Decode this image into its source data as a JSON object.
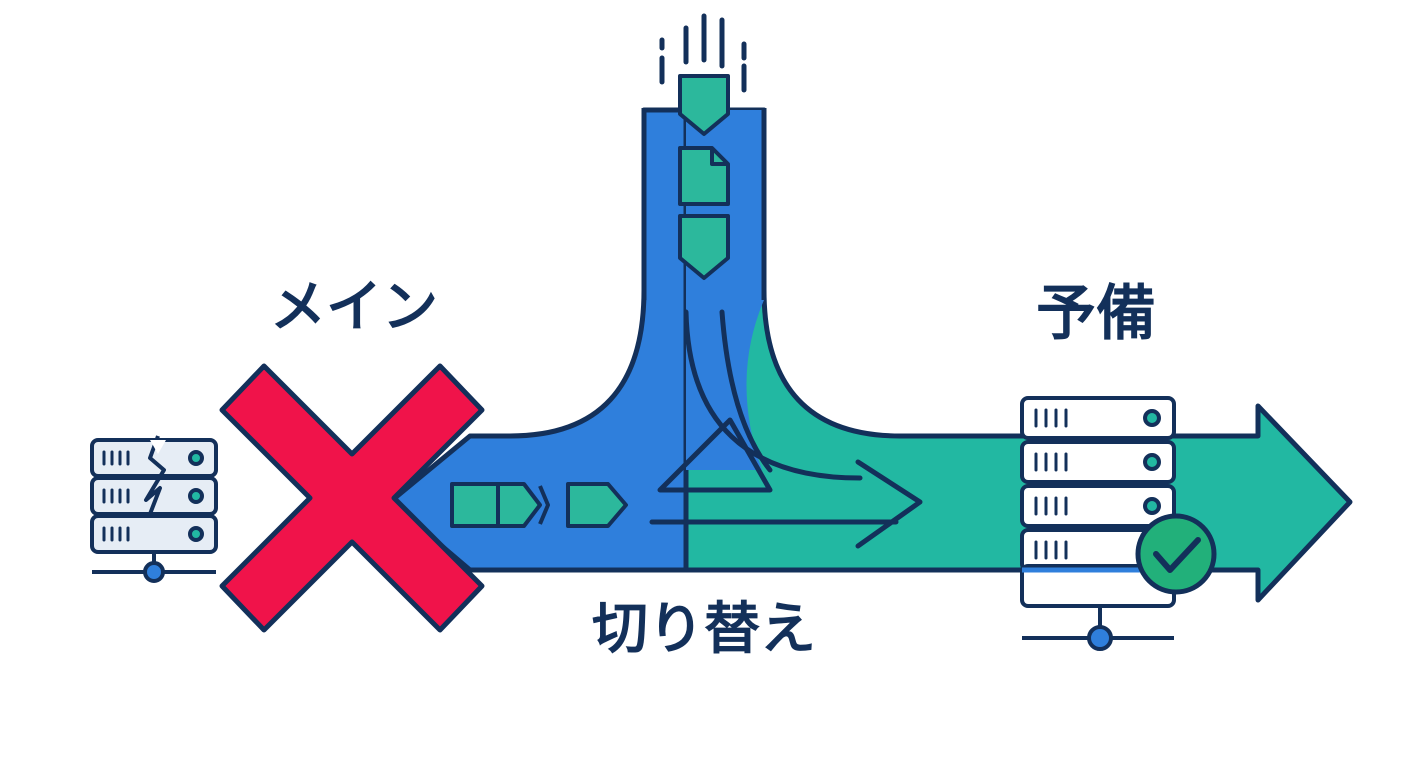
{
  "labels": {
    "main": "メイン",
    "backup": "予備",
    "switch": "切り替え"
  },
  "icons": {
    "main_server": "broken-server-icon",
    "backup_server": "server-icon",
    "failure_mark": "cross-icon",
    "ok_mark": "check-circle-icon",
    "packet": "data-packet-icon",
    "document": "document-icon"
  },
  "colors": {
    "outline": "#13305a",
    "primary_flow": "#2f7fdc",
    "backup_flow": "#22b8a2",
    "packet_fill": "#2cb89c",
    "failure": "#f0134a",
    "ok": "#22b07a",
    "server_fill": "#e6edf5",
    "text": "#13305a"
  }
}
